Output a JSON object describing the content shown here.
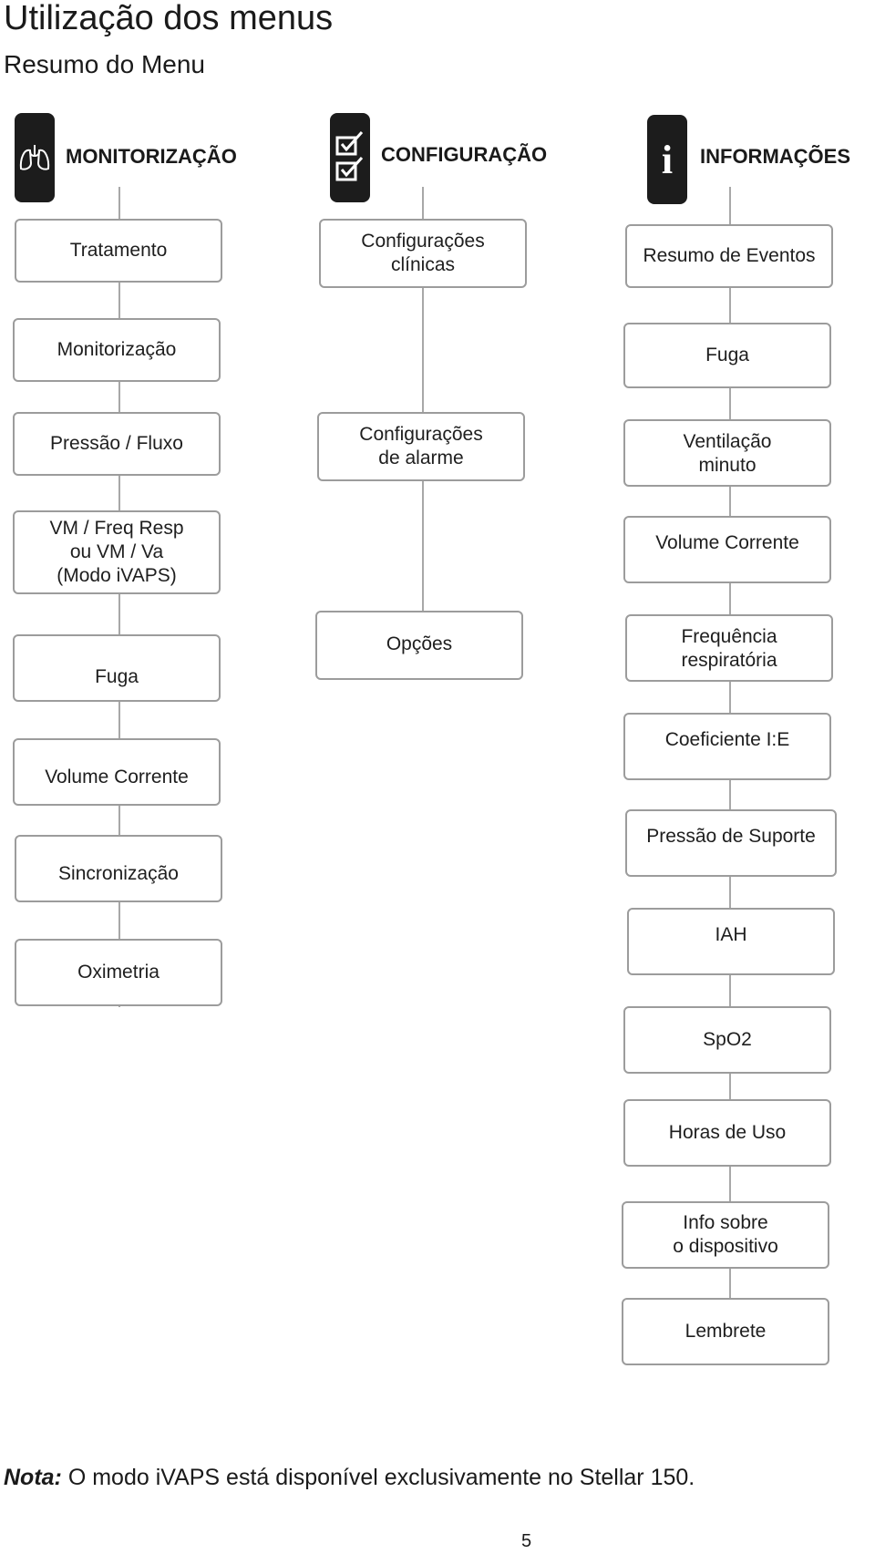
{
  "page": {
    "title": "Utilização dos menus",
    "subtitle": "Resumo do Menu",
    "note_label": "Nota:",
    "note_text": " O modo iVAPS está disponível exclusivamente no Stellar 150.",
    "page_number": "5"
  },
  "columns": [
    {
      "heading": "MONITORIZAÇÃO",
      "icon": "lungs-icon",
      "items": [
        "Tratamento",
        "Monitorização",
        "Pressão / Fluxo",
        "VM / Freq Resp\nou VM / Va\n(Modo iVAPS)",
        "Fuga",
        "Volume Corrente",
        "Sincronização",
        "Oximetria"
      ]
    },
    {
      "heading": "CONFIGURAÇÃO",
      "icon": "checklist-icon",
      "items": [
        "Configurações\nclínicas",
        "Configurações\nde alarme",
        "Opções"
      ]
    },
    {
      "heading": "INFORMAÇÕES",
      "icon": "info-icon",
      "items": [
        "Resumo de Eventos",
        "Fuga",
        "Ventilação\nminuto",
        "Volume Corrente",
        "Frequência\nrespiratória",
        "Coeficiente I:E",
        "Pressão de Suporte",
        "IAH",
        "SpO2",
        "Horas de Uso",
        "Info sobre\no dispositivo",
        "Lembrete"
      ]
    }
  ]
}
